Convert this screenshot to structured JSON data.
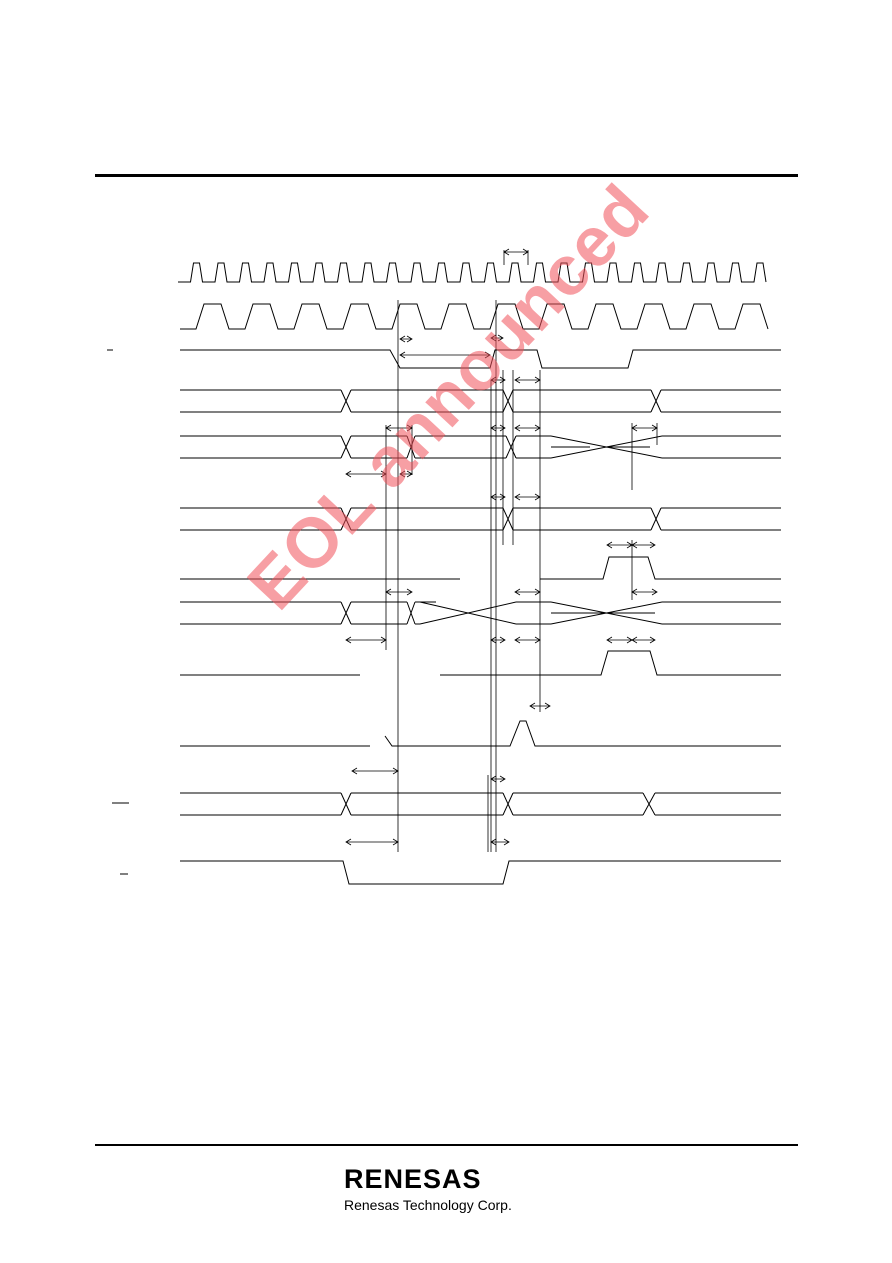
{
  "watermark": {
    "text": "EOL announced"
  },
  "footer": {
    "brand": "RENESAS",
    "company": "Renesas Technology Corp."
  },
  "icons": [
    "renesas-logo"
  ]
}
